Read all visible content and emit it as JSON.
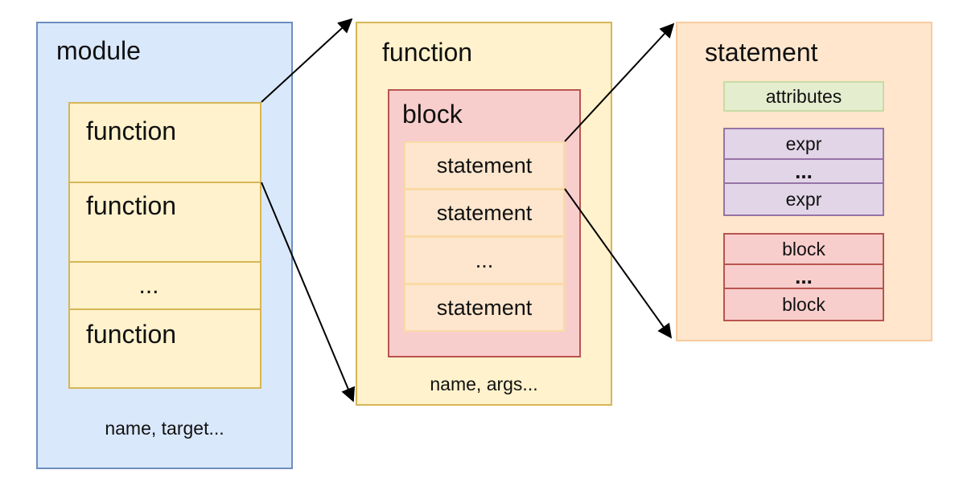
{
  "module": {
    "title": "module",
    "functions": [
      "function",
      "function",
      "...",
      "function"
    ],
    "fields": "name, target..."
  },
  "function": {
    "title": "function",
    "block": {
      "title": "block",
      "statements": [
        "statement",
        "statement",
        "...",
        "statement"
      ]
    },
    "fields": "name, args..."
  },
  "statement": {
    "title": "statement",
    "attributes": "attributes",
    "exprs": [
      "expr",
      "...",
      "expr"
    ],
    "blocks": [
      "block",
      "...",
      "block"
    ]
  },
  "colors": {
    "module_fill": "#dae8fc",
    "module_stroke": "#6c8ebf",
    "function_fill": "#fff2cc",
    "function_stroke": "#d6b656",
    "block_fill": "#f8cecc",
    "block_stroke": "#b85450",
    "statement_fill": "#ffe6cc",
    "expr_fill": "#e1d5e7",
    "expr_stroke": "#9673a6",
    "attributes_fill": "#e5edcf"
  }
}
